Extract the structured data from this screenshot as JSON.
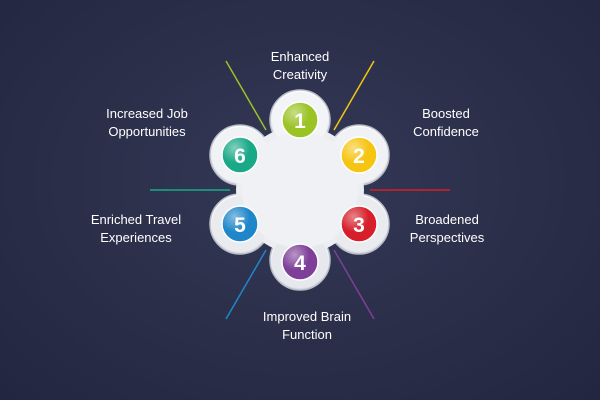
{
  "colors": {
    "background": "#2a2e48",
    "petal": "#eceef2",
    "item_1": "#9ac324",
    "item_2": "#f6c511",
    "item_3": "#d61f2b",
    "item_4": "#7e3f98",
    "item_5": "#1f87c9",
    "item_6": "#1aa987"
  },
  "items": [
    {
      "number": "1",
      "label": "Enhanced\nCreativity",
      "color": "#9ac324"
    },
    {
      "number": "2",
      "label": "Boosted\nConfidence",
      "color": "#f6c511"
    },
    {
      "number": "3",
      "label": "Broadened\nPerspectives",
      "color": "#d61f2b"
    },
    {
      "number": "4",
      "label": "Improved Brain\nFunction",
      "color": "#7e3f98"
    },
    {
      "number": "5",
      "label": "Enriched Travel\nExperiences",
      "color": "#1f87c9"
    },
    {
      "number": "6",
      "label": "Increased Job\nOpportunities",
      "color": "#1aa987"
    }
  ]
}
